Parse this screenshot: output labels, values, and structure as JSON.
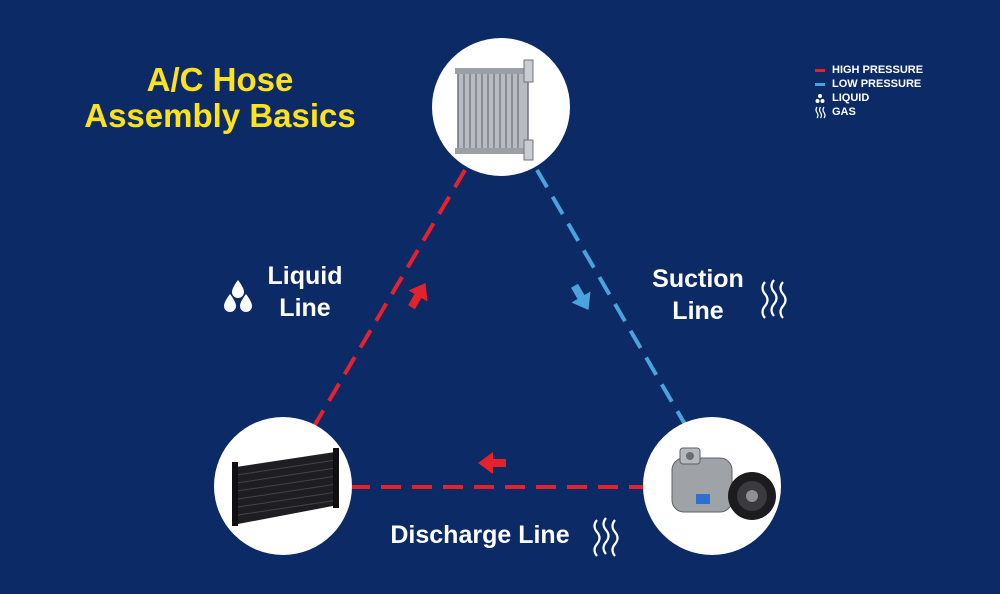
{
  "title": {
    "line1": "A/C Hose",
    "line2": "Assembly Basics"
  },
  "legend": {
    "items": [
      {
        "label": "HIGH PRESSURE",
        "icon": "red-line-icon",
        "color": "#e5222b"
      },
      {
        "label": "LOW PRESSURE",
        "icon": "blue-line-icon",
        "color": "#4aa3dc"
      },
      {
        "label": "LIQUID",
        "icon": "droplets-icon"
      },
      {
        "label": "GAS",
        "icon": "gas-waves-icon"
      }
    ]
  },
  "components": [
    {
      "name": "evaporator",
      "icon": "evaporator-icon"
    },
    {
      "name": "condenser",
      "icon": "condenser-icon"
    },
    {
      "name": "compressor",
      "icon": "compressor-icon"
    }
  ],
  "lines": {
    "liquid": {
      "line1": "Liquid",
      "line2": "Line",
      "pressure": "high",
      "state": "liquid"
    },
    "suction": {
      "line1": "Suction",
      "line2": "Line",
      "pressure": "low",
      "state": "gas"
    },
    "discharge": {
      "label": "Discharge Line",
      "pressure": "high",
      "state": "gas"
    }
  },
  "colors": {
    "background": "#0b2a66",
    "title": "#ffe21a",
    "high_pressure": "#e5222b",
    "low_pressure": "#4aa3dc",
    "text": "#ffffff"
  }
}
